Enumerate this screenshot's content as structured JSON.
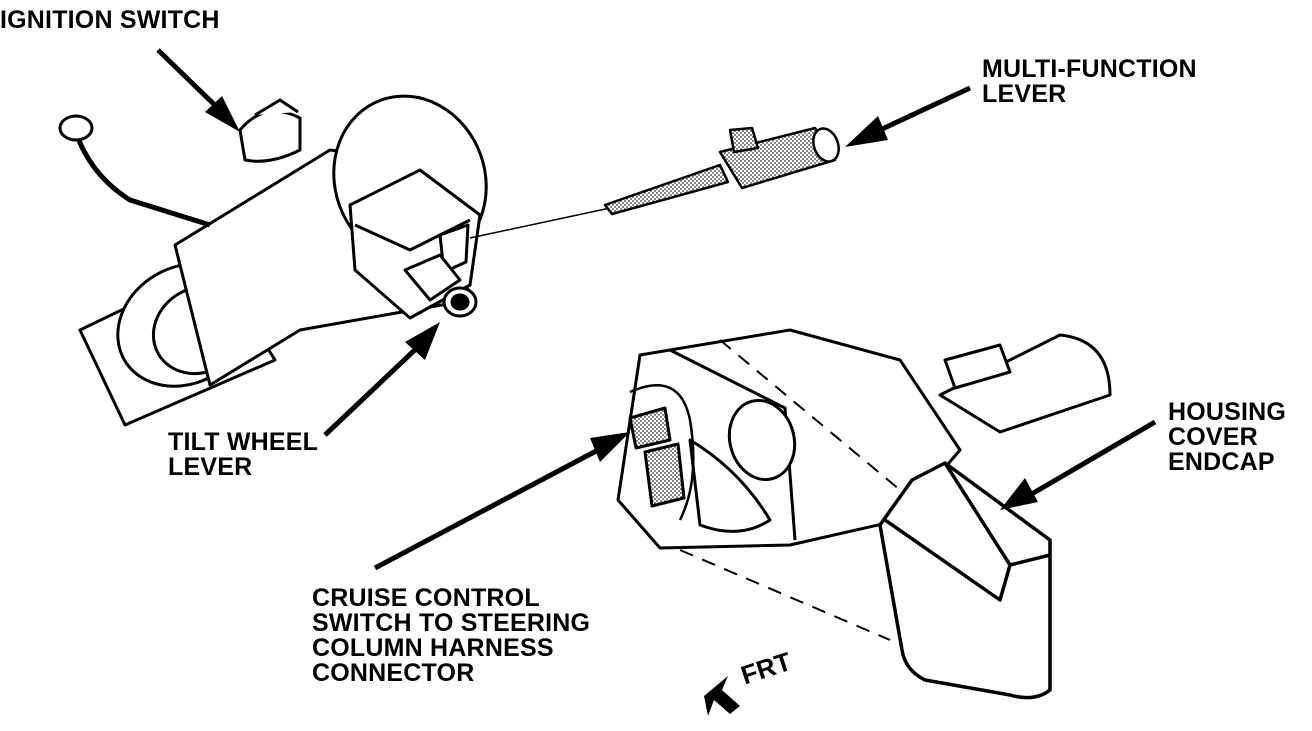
{
  "labels": {
    "ignition_switch": "IGNITION SWITCH",
    "multi_function_lever": "MULTI-FUNCTION\nLEVER",
    "tilt_wheel_lever": "TILT WHEEL\nLEVER",
    "housing_cover_endcap": "HOUSING\nCOVER\nENDCAP",
    "cruise_control_connector": "CRUISE CONTROL\nSWITCH TO STEERING\nCOLUMN HARNESS\nCONNECTOR",
    "front": "FRT"
  },
  "colors": {
    "line": "#000000",
    "background": "#ffffff",
    "shade": "#bdbdbd"
  }
}
